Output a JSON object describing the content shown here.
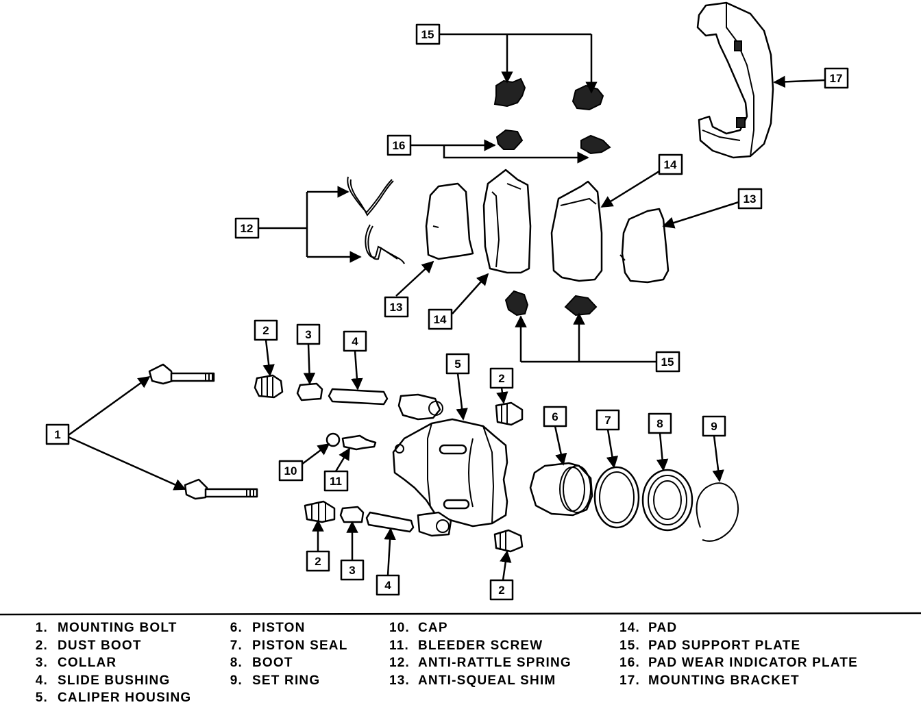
{
  "callouts": [
    {
      "id": "c15a",
      "text": "15"
    },
    {
      "id": "c17",
      "text": "17"
    },
    {
      "id": "c16",
      "text": "16"
    },
    {
      "id": "c14a",
      "text": "14"
    },
    {
      "id": "c13a",
      "text": "13"
    },
    {
      "id": "c12",
      "text": "12"
    },
    {
      "id": "c13b",
      "text": "13"
    },
    {
      "id": "c14b",
      "text": "14"
    },
    {
      "id": "c15b",
      "text": "15"
    },
    {
      "id": "c2a",
      "text": "2"
    },
    {
      "id": "c3a",
      "text": "3"
    },
    {
      "id": "c4a",
      "text": "4"
    },
    {
      "id": "c5",
      "text": "5"
    },
    {
      "id": "c2b",
      "text": "2"
    },
    {
      "id": "c1",
      "text": "1"
    },
    {
      "id": "c6",
      "text": "6"
    },
    {
      "id": "c7",
      "text": "7"
    },
    {
      "id": "c8",
      "text": "8"
    },
    {
      "id": "c9",
      "text": "9"
    },
    {
      "id": "c10",
      "text": "10"
    },
    {
      "id": "c11",
      "text": "11"
    },
    {
      "id": "c2c",
      "text": "2"
    },
    {
      "id": "c3b",
      "text": "3"
    },
    {
      "id": "c4b",
      "text": "4"
    },
    {
      "id": "c2d",
      "text": "2"
    }
  ],
  "legend": {
    "columns": [
      [
        {
          "num": "1.",
          "label": "MOUNTING BOLT"
        },
        {
          "num": "2.",
          "label": "DUST BOOT"
        },
        {
          "num": "3.",
          "label": "COLLAR"
        },
        {
          "num": "4.",
          "label": "SLIDE BUSHING"
        },
        {
          "num": "5.",
          "label": "CALIPER HOUSING"
        }
      ],
      [
        {
          "num": "6.",
          "label": "PISTON"
        },
        {
          "num": "7.",
          "label": "PISTON SEAL"
        },
        {
          "num": "8.",
          "label": "BOOT"
        },
        {
          "num": "9.",
          "label": "SET RING"
        }
      ],
      [
        {
          "num": "10.",
          "label": "CAP"
        },
        {
          "num": "11.",
          "label": "BLEEDER SCREW"
        },
        {
          "num": "12.",
          "label": "ANTI-RATTLE SPRING"
        },
        {
          "num": "13.",
          "label": "ANTI-SQUEAL SHIM"
        }
      ],
      [
        {
          "num": "14.",
          "label": "PAD"
        },
        {
          "num": "15.",
          "label": "PAD SUPPORT PLATE"
        },
        {
          "num": "16.",
          "label": "PAD WEAR INDICATOR PLATE"
        },
        {
          "num": "17.",
          "label": "MOUNTING BRACKET"
        }
      ]
    ]
  }
}
